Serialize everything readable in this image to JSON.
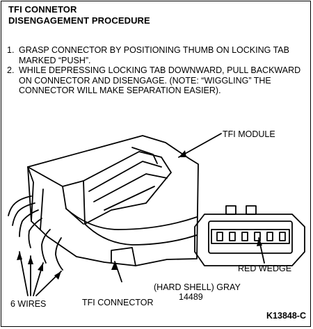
{
  "title": {
    "line1": "TFI CONNETOR",
    "line2": "DISENGAGEMENT PROCEDURE"
  },
  "steps": [
    {
      "num": "1.",
      "text": "GRASP CONNECTOR BY POSITIONING THUMB ON LOCKING TAB MARKED “PUSH”."
    },
    {
      "num": "2.",
      "text": "WHILE DEPRESSING LOCKING TAB DOWNWARD, PULL BACKWARD ON CONNECTOR AND DISENGAGE. (NOTE: “WIGGLING” THE CONNECTOR WILL MAKE SEPARATION EASIER)."
    }
  ],
  "labels": {
    "tfi_module": "TFI MODULE",
    "red_wedge": "RED WEDGE",
    "hard_shell_line1": "(HARD SHELL) GRAY",
    "hard_shell_line2": "14489",
    "wires": "6 WIRES",
    "tfi_connector": "TFI CONNECTOR",
    "figure_code": "K13848-C"
  }
}
